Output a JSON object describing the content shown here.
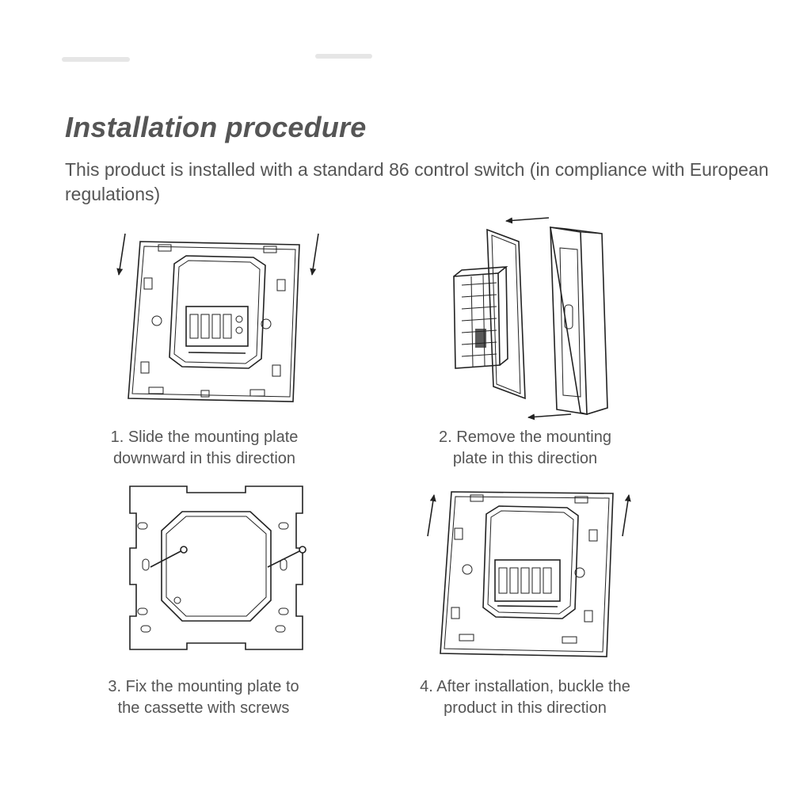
{
  "title": "Installation procedure",
  "intro": "This product is installed with a standard 86 control switch (in compliance with European regulations)",
  "steps": [
    {
      "line1": "1. Slide the mounting plate",
      "line2": "downward in this direction"
    },
    {
      "line1": "2. Remove the mounting",
      "line2": "plate in this direction"
    },
    {
      "line1": "3. Fix the mounting plate to",
      "line2": "the cassette with screws"
    },
    {
      "line1": "4. After installation, buckle the",
      "line2": "product in this direction"
    }
  ]
}
